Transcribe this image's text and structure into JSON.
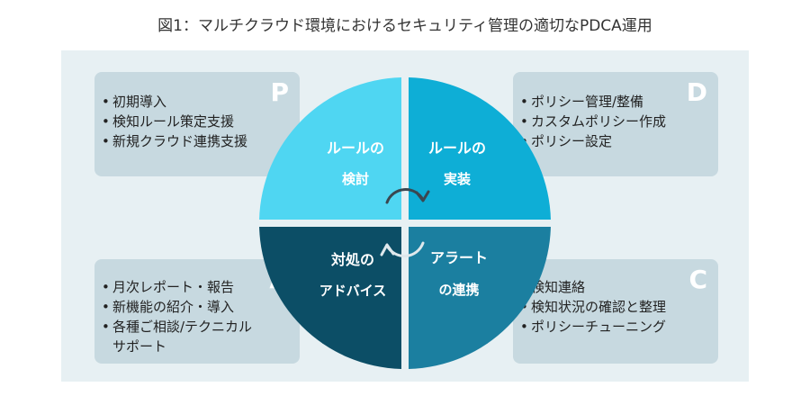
{
  "title": "図1：マルチクラウド環境におけるセキュリティ管理の適切なPDCA運用",
  "colors": {
    "plan": "#4fd6f2",
    "do": "#0eaed6",
    "check": "#1b7fa0",
    "act": "#0c4e66",
    "box": "#c7d9e0",
    "panel": "#e7f0f3"
  },
  "boxes": {
    "p": {
      "letter": "P",
      "items": [
        "初期導入",
        "検知ルール策定支援",
        "新規クラウド連携支援"
      ]
    },
    "d": {
      "letter": "D",
      "items": [
        "ポリシー管理/整備",
        "カスタムポリシー作成",
        "ポリシー設定"
      ]
    },
    "a": {
      "letter": "A",
      "items": [
        "月次レポート・報告",
        "新機能の紹介・導入",
        "各種ご相談/テクニカル",
        "サポート"
      ]
    },
    "c": {
      "letter": "C",
      "items": [
        "検知連絡",
        "検知状況の確認と整理",
        "ポリシーチューニング"
      ]
    }
  },
  "quadrants": {
    "plan": {
      "line1": "ルールの",
      "line2": "検討"
    },
    "do": {
      "line1": "ルールの",
      "line2": "実装"
    },
    "act": {
      "line1": "対処の",
      "line2": "アドバイス"
    },
    "check": {
      "line1": "アラート",
      "line2": "の連携"
    }
  },
  "icons": [
    "cycle-arrow-top-icon",
    "cycle-arrow-bottom-icon"
  ]
}
